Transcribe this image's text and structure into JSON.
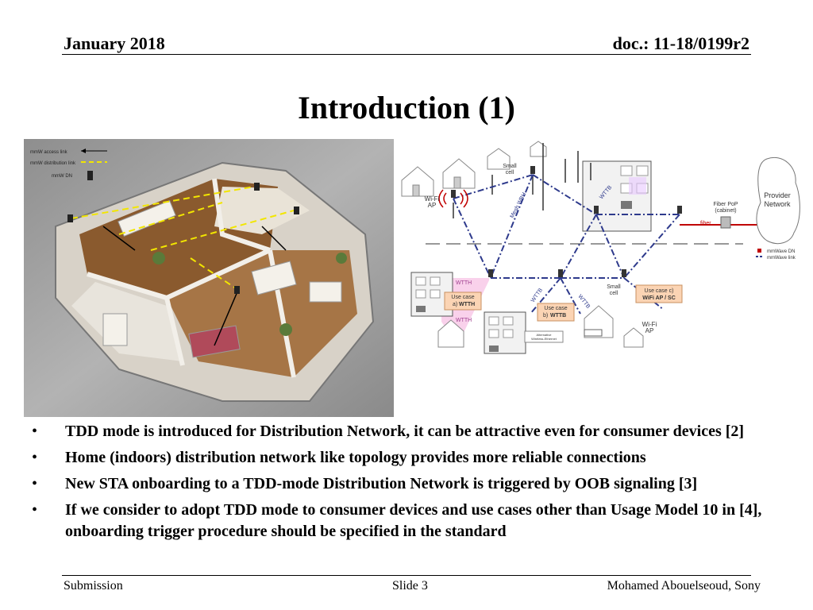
{
  "header": {
    "date": "January 2018",
    "doc": "doc.: 11-18/0199r2"
  },
  "title": "Introduction (1)",
  "floorplan": {
    "legend": [
      "mmW access link",
      "mmW distribution link",
      "mmW DN"
    ]
  },
  "network": {
    "small_cell_top": [
      "Small",
      "cell"
    ],
    "wifi_ap_left": [
      "Wi-Fi",
      "AP"
    ],
    "mesh_label": "Mesh WBH",
    "wttb_top": "WTTB",
    "fiber_pop": [
      "Fiber PoP",
      "(cabinet)"
    ],
    "fiber": "fiber",
    "provider": [
      "Provider",
      "Network"
    ],
    "legend_dn": "mmWave DN",
    "legend_link": "mmWave link",
    "wtth_1": "WTTH",
    "wtth_2": "WTTH",
    "use_case_a": [
      "Use case",
      "a) ",
      "WTTH"
    ],
    "wttb_left": "WTTB",
    "wttb_right": "WTTB",
    "use_case_b": [
      "Use case",
      "b) ",
      "WTTB"
    ],
    "small_cell_mid": [
      "Small",
      "cell"
    ],
    "use_case_c": [
      "Use case c)",
      "WiFi AP / SC"
    ],
    "wifi_ap_right": [
      "Wi-Fi",
      "AP"
    ],
    "alt_access": [
      "Alternative",
      "Wireless-Ethernet"
    ]
  },
  "bullets": [
    "TDD mode is introduced for Distribution Network, it can be attractive even for consumer devices [2]",
    "Home (indoors) distribution network like topology provides more reliable connections",
    "New STA onboarding to a TDD-mode Distribution Network is triggered by OOB signaling [3]",
    "If we consider to adopt TDD mode to consumer devices and use cases other than Usage Model 10 in [4], onboarding trigger procedure should be specified in the standard"
  ],
  "footer": {
    "left": "Submission",
    "middle": "Slide 3",
    "right": "Mohamed Abouelseoud, Sony"
  },
  "colors": {
    "dashed_link": "#2e3a8c",
    "fiber": "#c00000",
    "highlight": "#f7c6e6",
    "use_case_box": "#fbd4b4",
    "floor_wood": "#8a5a2e",
    "backdrop": "#9c9c9c"
  }
}
